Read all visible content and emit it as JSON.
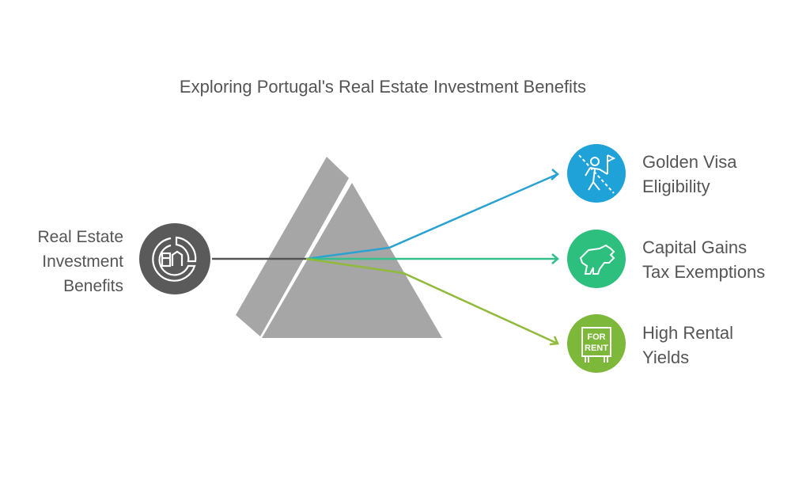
{
  "title": "Exploring Portugal's Real Estate Investment Benefits",
  "source": {
    "label_lines": [
      "Real Estate",
      "Investment",
      "Benefits"
    ],
    "icon": "real-estate-chart-icon",
    "color": "#5a5a5a"
  },
  "prism": {
    "color": "#a6a6a6"
  },
  "outputs": [
    {
      "label_lines": [
        "Golden Visa",
        "Eligibility"
      ],
      "icon": "person-flag-icon",
      "color": "#1fa2d8",
      "ray_color": "#2aa3d0"
    },
    {
      "label_lines": [
        "Capital Gains",
        "Tax Exemptions"
      ],
      "icon": "bull-icon",
      "color": "#2dbf7e",
      "ray_color": "#34c08c"
    },
    {
      "label_lines": [
        "High Rental",
        "Yields"
      ],
      "icon": "for-rent-sign-icon",
      "color": "#7db83a",
      "ray_color": "#8fba3a",
      "sign_text": [
        "FOR",
        "RENT"
      ]
    }
  ]
}
